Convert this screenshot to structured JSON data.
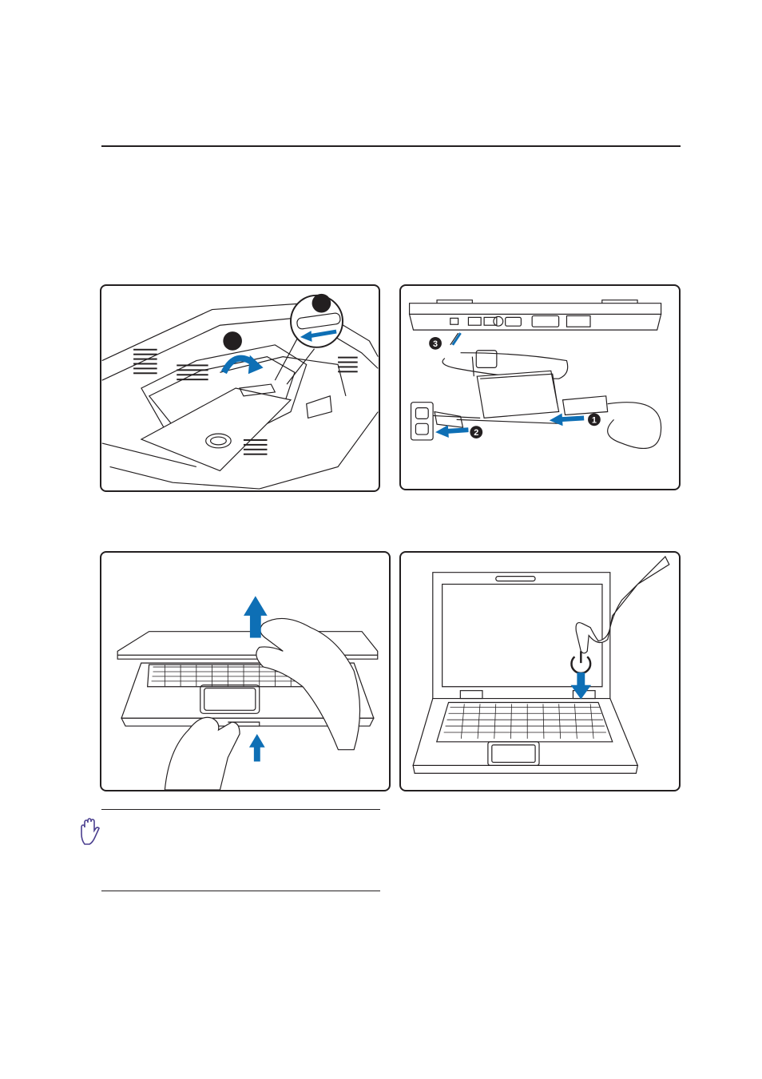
{
  "panels": {
    "battery": {
      "step_markers": [
        "",
        ""
      ]
    },
    "adapter": {
      "step_markers": [
        "1",
        "2",
        "3"
      ]
    }
  },
  "colors": {
    "ink": "#231f20",
    "arrow_blue": "#0e6fb5",
    "icon_purple": "#4b3f8f"
  },
  "icons": {
    "caution": "hand-caution-icon",
    "power": "power-icon"
  }
}
